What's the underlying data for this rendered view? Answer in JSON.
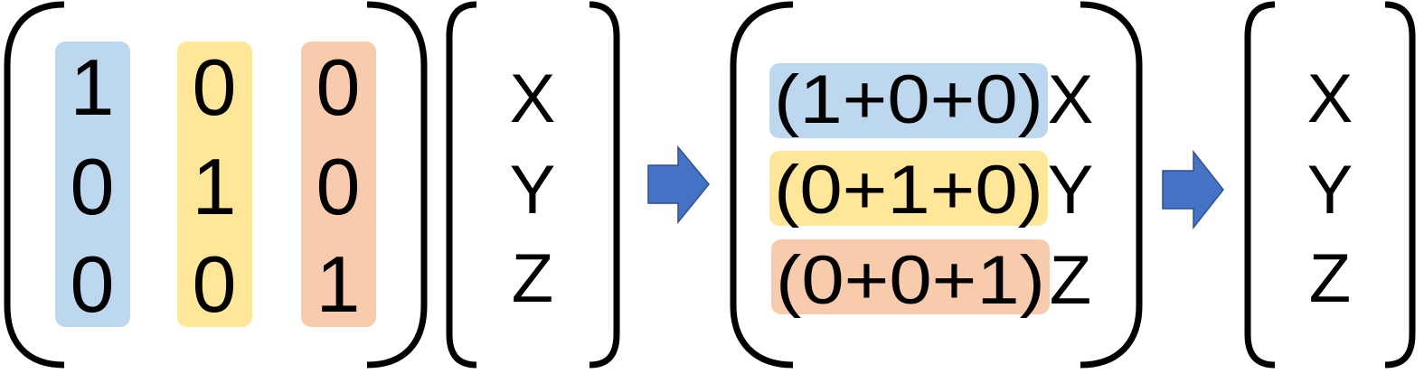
{
  "colors": {
    "col1": "#BDD7EE",
    "col2": "#FFE699",
    "col3": "#F8CBAD",
    "arrow": "#4472C4",
    "bracket": "#000000"
  },
  "matrix": {
    "rows": [
      [
        "1",
        "0",
        "0"
      ],
      [
        "0",
        "1",
        "0"
      ],
      [
        "0",
        "0",
        "1"
      ]
    ]
  },
  "vector_in": [
    "X",
    "Y",
    "Z"
  ],
  "expanded": {
    "rows": [
      {
        "expr": "(1+0+0)",
        "var": "X"
      },
      {
        "expr": "(0+1+0)",
        "var": "Y"
      },
      {
        "expr": "(0+0+1)",
        "var": "Z"
      }
    ]
  },
  "vector_out": [
    "X",
    "Y",
    "Z"
  ],
  "icons": {
    "arrow1": "arrow-right-icon",
    "arrow2": "arrow-right-icon"
  }
}
